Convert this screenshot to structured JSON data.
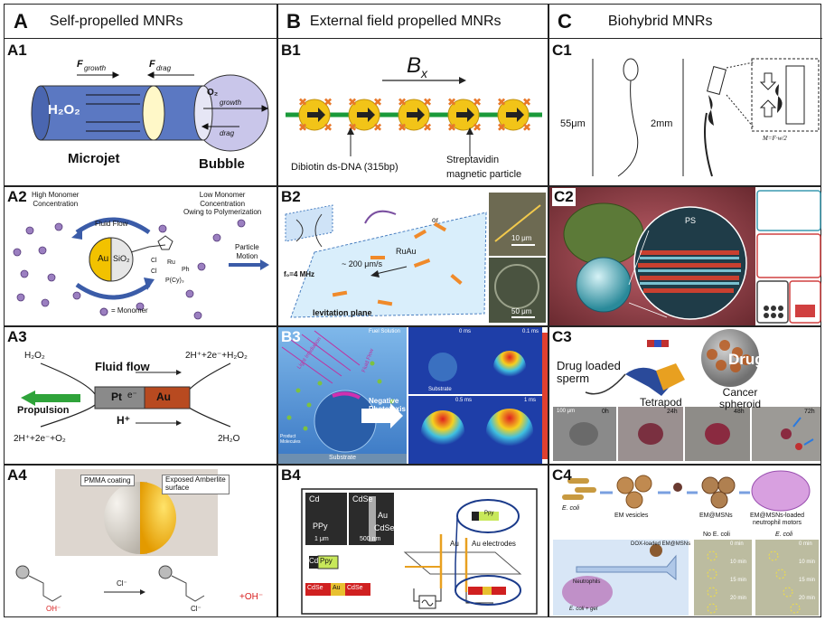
{
  "columns": [
    {
      "letter": "A",
      "title": "Self-propelled MNRs"
    },
    {
      "letter": "B",
      "title": "External field propelled MNRs"
    },
    {
      "letter": "C",
      "title": "Biohybrid MNRs"
    }
  ],
  "panels": {
    "A1": {
      "label": "A1",
      "h2o2": "H₂O₂",
      "f_growth": "F",
      "f_growth_sub": "growth",
      "f_drag": "F",
      "f_drag_sub": "drag",
      "o2": "O₂",
      "f_growth2_sub": "growth",
      "f_drag2_sub": "drag",
      "microjet": "Microjet",
      "bubble": "Bubble"
    },
    "A2": {
      "label": "A2",
      "high": "High Monomer\nConcentration",
      "low": "Low Monomer\nConcentration\nOwing to Polymerization",
      "fluid_flow": "Fluid Flow",
      "au": "Au",
      "sio2": "SiO₂",
      "particle_motion": "Particle\nMotion",
      "monomer": "= Monomer",
      "ru": "Ru",
      "cl1": "Cl",
      "cl2": "Cl",
      "ph": "Ph",
      "pcy": "P(Cy)₃"
    },
    "A3": {
      "label": "A3",
      "h2o2": "H₂O₂",
      "fluid_flow": "Fluid flow",
      "right_top": "2H⁺+2e⁻+H₂O₂",
      "propulsion": "Propulsion",
      "pt": "Pt",
      "e": "e⁻",
      "au": "Au",
      "h": "H⁺",
      "left_bottom": "2H⁺+2e⁻+O₂",
      "h2o": "2H₂O"
    },
    "A4": {
      "label": "A4",
      "pmma": "PMMA coating",
      "amberlite": "Exposed Amberlite\nsurface",
      "cl": "Cl⁻",
      "oh": "+OH⁻",
      "oh_lbl": "OH⁻",
      "cl_lbl": "Cl⁻"
    },
    "B1": {
      "label": "B1",
      "bx": "B",
      "bx_sub": "x",
      "dna": "Dibiotin ds-DNA (315bp)",
      "strep1": "Streptavidin",
      "strep2": "magnetic particle"
    },
    "B2": {
      "label": "B2",
      "speed": "~ 200 μm/s",
      "ruau": "RuAu",
      "freq": "f₀=4 MHz",
      "plane": "levitation plane",
      "or": "or",
      "scale1": "10 μm",
      "scale2": "50 μm"
    },
    "B3": {
      "label": "B3",
      "fuel": "Fuel Solution",
      "light": "Light Irradiation",
      "flow": "Fluid Flow",
      "neg": "Negative\nPhototaxis",
      "product": "Product\nMolecules",
      "substrate": "Substrate",
      "t0": "0 ms",
      "t1": "0.1 ms",
      "t2": "0.5 ms",
      "t3": "1 ms",
      "sub": "Substrate"
    },
    "B4": {
      "label": "B4",
      "cd": "Cd",
      "ppy": "PPy",
      "cdse1": "CdSe",
      "au": "Au",
      "cdse2": "CdSe",
      "scale1": "1 μm",
      "scale2": "500 nm",
      "ppy_tag": "Ppy",
      "au_line": "Au",
      "au_elec": "Au electrodes",
      "cd_bar": "Cd",
      "ppy_bar": "Ppy",
      "cdse_a": "CdSe",
      "au_b": "Au",
      "cdse_c": "CdSe"
    },
    "C1": {
      "label": "C1",
      "s55": "55μm",
      "s2mm": "2mm",
      "eq": "M=F·w/2"
    },
    "C2": {
      "label": "C2",
      "ps": "PS"
    },
    "C3": {
      "label": "C3",
      "drug_sperm": "Drug loaded\nsperm",
      "drug": "Drug",
      "tetrapod": "Tetrapod",
      "cancer": "Cancer\nspheroid",
      "t0": "0h",
      "t24": "24h",
      "t48": "48h",
      "t72": "72h",
      "scale": "100 μm"
    },
    "C4": {
      "label": "C4",
      "ecoli": "E. coli",
      "em": "EM vesicles",
      "emmsn": "EM@MSNs",
      "loaded": "EM@MSNs-loaded\nneutrophil motors",
      "dox": "DOX-loaded EM@MSNs",
      "neut": "Neutrophils",
      "gel": "E. coli + gel",
      "no_ecoli": "No E. coli",
      "ecoli2": "E. coli",
      "m0": "0 min",
      "m10": "10 min",
      "m15": "15 min",
      "m20": "20 min"
    }
  },
  "colors": {
    "border": "#222222",
    "blue": "#4a6fb5",
    "gold": "#f5c400",
    "orange": "#e87a2c",
    "green": "#2e9b3c"
  }
}
